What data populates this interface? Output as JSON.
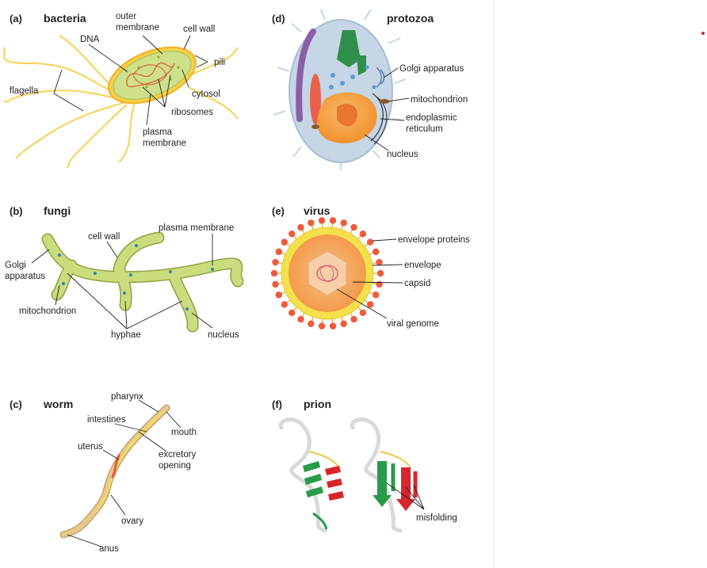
{
  "panels": {
    "a": {
      "letter": "(a)",
      "title": "bacteria",
      "labels": {
        "outer_membrane_1": "outer",
        "outer_membrane_2": "membrane",
        "cell_wall": "cell wall",
        "dna": "DNA",
        "pili": "pili",
        "flagella": "flagella",
        "cytosol": "cytosol",
        "ribosomes": "ribosomes",
        "plasma_membrane_1": "plasma",
        "plasma_membrane_2": "membrane"
      }
    },
    "b": {
      "letter": "(b)",
      "title": "fungi",
      "labels": {
        "plasma_membrane": "plasma membrane",
        "cell_wall": "cell wall",
        "golgi_1": "Golgi",
        "golgi_2": "apparatus",
        "mitochondrion": "mitochondrion",
        "hyphae": "hyphae",
        "nucleus": "nucleus"
      }
    },
    "c": {
      "letter": "(c)",
      "title": "worm",
      "labels": {
        "pharynx": "pharynx",
        "intestines": "intestines",
        "mouth": "mouth",
        "uterus": "uterus",
        "excretory_1": "excretory",
        "excretory_2": "opening",
        "ovary": "ovary",
        "anus": "anus"
      }
    },
    "d": {
      "letter": "(d)",
      "title": "protozoa",
      "labels": {
        "golgi": "Golgi apparatus",
        "mitochondrion": "mitochondrion",
        "er_1": "endoplasmic",
        "er_2": "reticulum",
        "nucleus": "nucleus"
      }
    },
    "e": {
      "letter": "(e)",
      "title": "virus",
      "labels": {
        "envelope_proteins": "envelope proteins",
        "envelope": "envelope",
        "capsid": "capsid",
        "viral_genome": "viral genome"
      }
    },
    "f": {
      "letter": "(f)",
      "title": "prion",
      "labels": {
        "misfolding": "misfolding"
      }
    }
  },
  "colors": {
    "bacteria_body": "#cfe08a",
    "bacteria_outline": "#f0b323",
    "flagella": "#f6cf4a",
    "fungi": "#c9dc7e",
    "fungi_outline": "#8ea23c",
    "worm": "#e8c98a",
    "protozoa_body": "#c6d6e6",
    "protozoa_nucleus": "#f39a3c",
    "virus_spikes": "#ef5a3c",
    "virus_envelope": "#f4e04b",
    "virus_capsid": "#f4a15d",
    "prion_green": "#2a9a4a",
    "prion_red": "#d8262b",
    "accent_dot": "#d6252b"
  }
}
